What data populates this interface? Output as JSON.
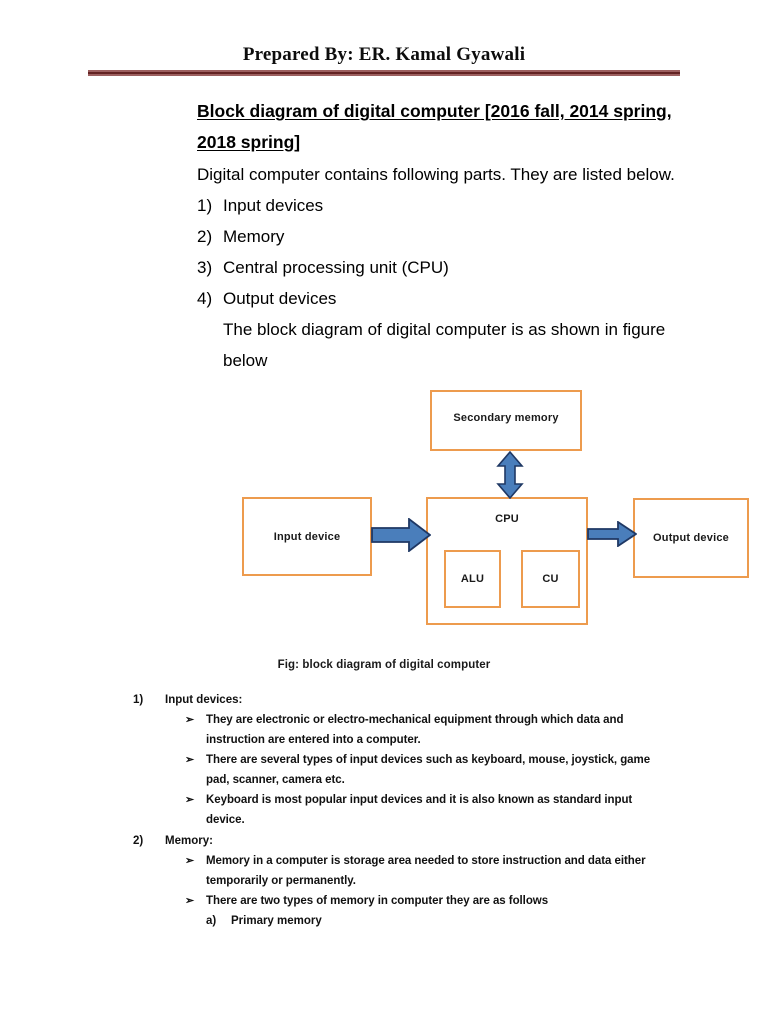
{
  "header": {
    "title": "Prepared By: ER. Kamal Gyawali"
  },
  "main": {
    "heading": "Block diagram of digital computer [2016 fall, 2014 spring, 2018 spring]",
    "intro": "Digital computer contains following parts. They are listed below.",
    "numbered_items": [
      {
        "marker": "1)",
        "text": "Input devices"
      },
      {
        "marker": "2)",
        "text": "Memory"
      },
      {
        "marker": "3)",
        "text": "Central processing unit (CPU)"
      },
      {
        "marker": "4)",
        "text": "Output devices"
      }
    ],
    "trailing_note": "The block diagram of digital computer is as shown in figure below"
  },
  "diagram": {
    "caption": "Fig: block diagram of digital computer",
    "box_border_color": "#ED9B4E",
    "arrow_fill_color": "#4A7EBB",
    "arrow_stroke_color": "#1F3864",
    "boxes": {
      "secondary_memory": "Secondary memory",
      "cpu": "CPU",
      "input_device": "Input device",
      "output_device": "Output device",
      "alu": "ALU",
      "cu": "CU"
    },
    "arrows": {
      "memory_cpu": "double-headed-vertical-arrow",
      "input_to_cpu": "right-arrow",
      "cpu_to_output": "right-arrow"
    }
  },
  "outline": {
    "bullet_glyph": "➢",
    "sections": [
      {
        "marker": "1)",
        "heading": "Input devices:",
        "bullets": [
          "They are electronic or electro-mechanical equipment through which data and instruction are entered into a computer.",
          "There are several types of input devices such as keyboard, mouse, joystick, game pad, scanner, camera etc.",
          "Keyboard is most popular input devices and it is also known as standard input device."
        ],
        "subitems": []
      },
      {
        "marker": "2)",
        "heading": "Memory:",
        "bullets": [
          "Memory in a computer is storage area needed to store instruction and data either temporarily or permanently.",
          "There are two types of memory in computer they are as follows"
        ],
        "subitems": [
          {
            "marker": "a)",
            "text": "Primary memory"
          }
        ]
      }
    ]
  }
}
